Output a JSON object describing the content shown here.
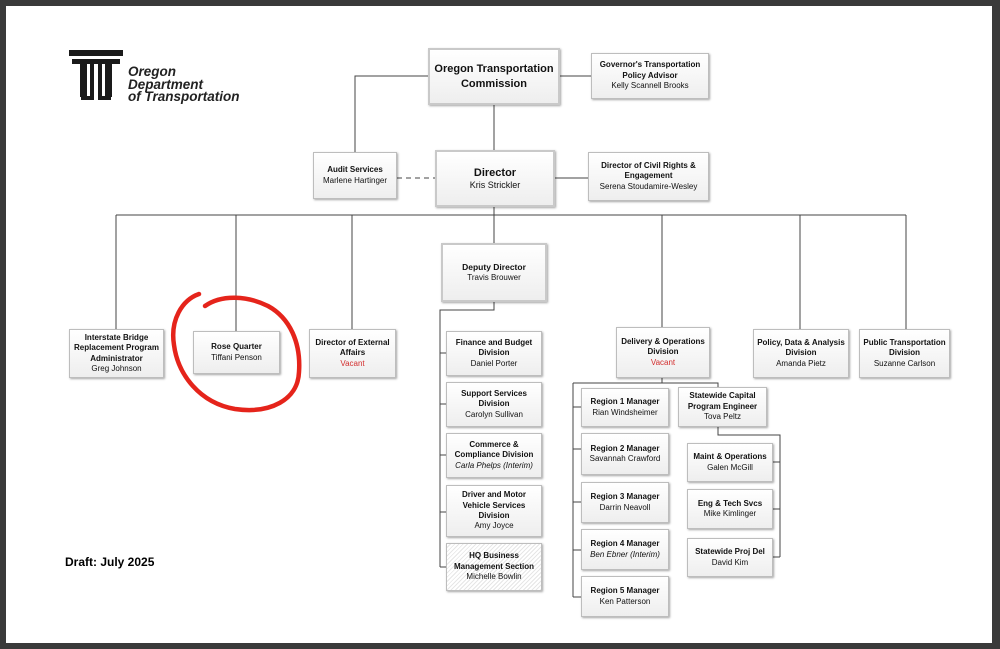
{
  "logo": {
    "line1": "Oregon",
    "line2": "Department",
    "line3": "of Transportation"
  },
  "draft_label": "Draft: July 2025",
  "commission": {
    "title": "Oregon Transportation Commission"
  },
  "governor_advisor": {
    "title": "Governor's Transportation Policy Advisor",
    "name": "Kelly Scannell Brooks"
  },
  "director": {
    "title": "Director",
    "name": "Kris Strickler"
  },
  "audit": {
    "title": "Audit Services",
    "name": "Marlene Hartinger"
  },
  "civil_rights": {
    "title": "Director of Civil Rights & Engagement",
    "name": "Serena Stoudamire-Wesley"
  },
  "deputy": {
    "title": "Deputy Director",
    "name": "Travis Brouwer"
  },
  "interstate_bridge": {
    "title": "Interstate Bridge Replacement Program Administrator",
    "name": "Greg Johnson"
  },
  "rose_quarter": {
    "title": "Rose Quarter",
    "name": "Tiffani Penson"
  },
  "external_affairs": {
    "title": "Director of External Affairs",
    "name": "Vacant"
  },
  "finance": {
    "title": "Finance and Budget Division",
    "name": "Daniel Porter"
  },
  "support": {
    "title": "Support Services Division",
    "name": "Carolyn Sullivan"
  },
  "commerce": {
    "title": "Commerce & Compliance Division",
    "name": "Carla Phelps (Interim)"
  },
  "dmv": {
    "title": "Driver and Motor Vehicle Services Division",
    "name": "Amy Joyce"
  },
  "hq_business": {
    "title": "HQ Business Management Section",
    "name": "Michelle Bowlin"
  },
  "delivery": {
    "title": "Delivery & Operations Division",
    "name": "Vacant"
  },
  "region1": {
    "title": "Region 1 Manager",
    "name": "Rian Windsheimer"
  },
  "region2": {
    "title": "Region 2 Manager",
    "name": "Savannah Crawford"
  },
  "region3": {
    "title": "Region 3 Manager",
    "name": "Darrin Neavoll"
  },
  "region4": {
    "title": "Region 4 Manager",
    "name": "Ben Ebner (Interim)"
  },
  "region5": {
    "title": "Region 5 Manager",
    "name": "Ken Patterson"
  },
  "capital_program": {
    "title": "Statewide Capital Program Engineer",
    "name": "Tova Peltz"
  },
  "maint_ops": {
    "title": "Maint & Operations",
    "name": "Galen McGill"
  },
  "eng_tech": {
    "title": "Eng & Tech Svcs",
    "name": "Mike Kimlinger"
  },
  "proj_del": {
    "title": "Statewide Proj Del",
    "name": "David Kim"
  },
  "policy_data": {
    "title": "Policy, Data & Analysis Division",
    "name": "Amanda Pietz"
  },
  "public_transportation": {
    "title": "Public Transportation Division",
    "name": "Suzanne Carlson"
  },
  "colors": {
    "vacant": "#d32f2f",
    "annotation_circle": "#e5241b",
    "line": "#444444"
  }
}
